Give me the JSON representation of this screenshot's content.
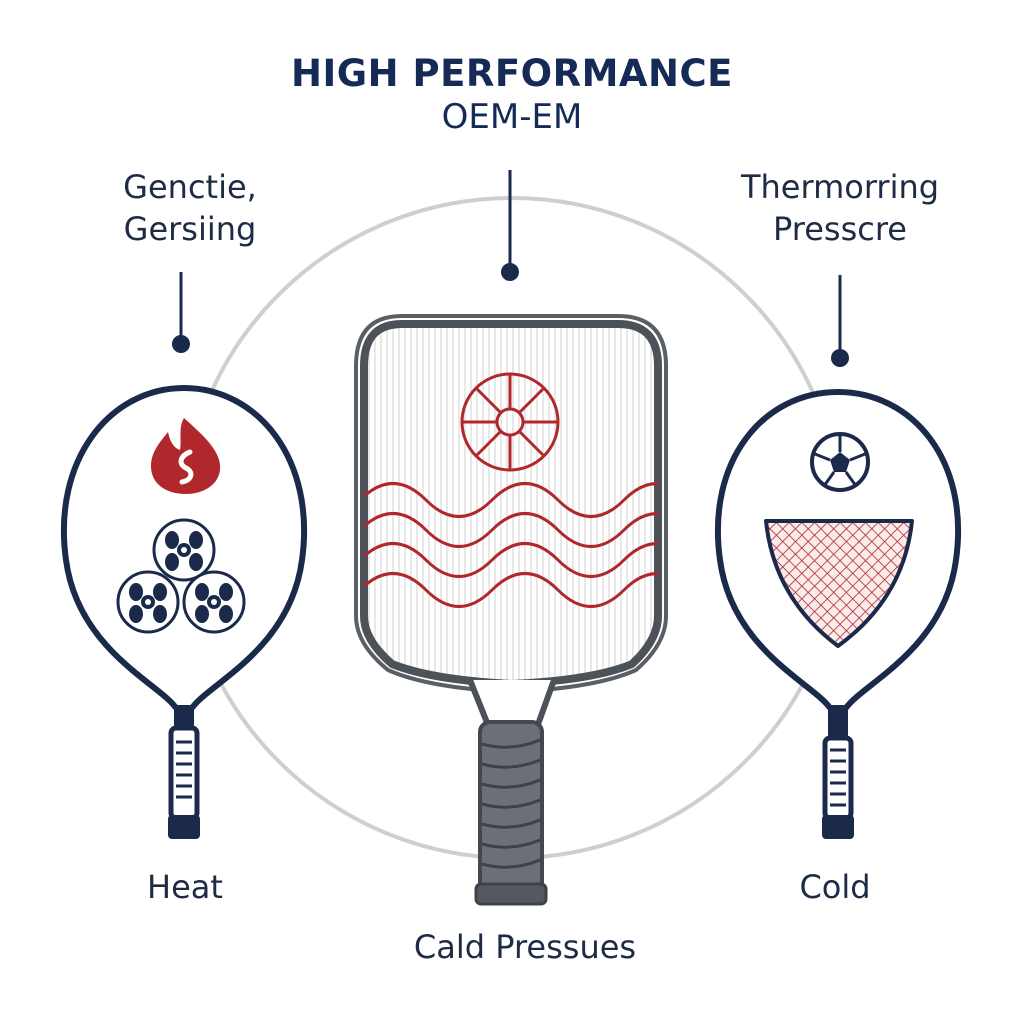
{
  "header": {
    "title_line1": "HIGH PERFORMANCE",
    "title_line2": "OEM-EM"
  },
  "labels": {
    "top_left": [
      "Genctie,",
      "Gersiing"
    ],
    "top_right": [
      "Thermorring",
      "Presscre"
    ]
  },
  "captions": {
    "left": "Heat",
    "center": "Cald Pressues",
    "right": "Cold"
  },
  "colors": {
    "navy": "#1b2a4a",
    "accent_red": "#b0282c",
    "paddle_gray": "#4d5258",
    "ring_gray": "#cfcfcf"
  },
  "icons": {
    "left_paddle": [
      "flame-icon",
      "three-balls-icon"
    ],
    "center_paddle": [
      "wheel-icon",
      "wave-pattern-icon"
    ],
    "right_paddle": [
      "ball-icon",
      "mesh-shield-icon"
    ]
  }
}
